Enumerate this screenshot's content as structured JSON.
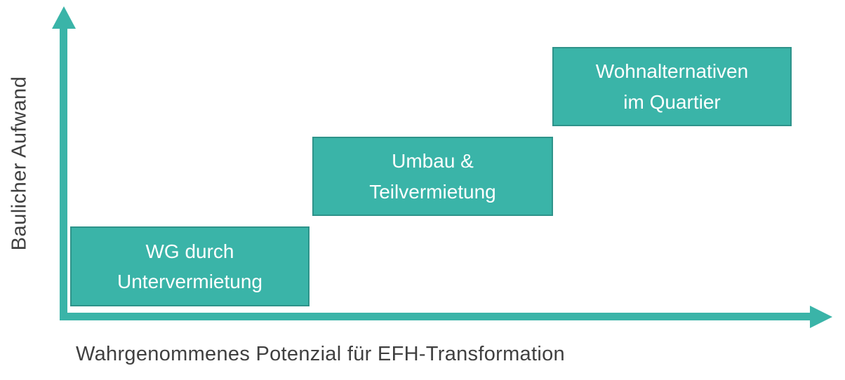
{
  "colors": {
    "teal": "#3AB4A8",
    "teal_border": "#2E938A",
    "axis_label_text": "#404040",
    "box_text": "#FFFFFF",
    "background": "#FFFFFF"
  },
  "diagram": {
    "y_axis": {
      "label": "Baulicher Aufwand"
    },
    "x_axis": {
      "label": "Wahrgenommenes Potenzial für EFH-Transformation"
    },
    "boxes": [
      {
        "step": 1,
        "label": "WG durch\nUntervermietung"
      },
      {
        "step": 2,
        "label": "Umbau &\nTeilvermietung"
      },
      {
        "step": 3,
        "label": "Wohnalternativen\nim Quartier"
      }
    ]
  }
}
